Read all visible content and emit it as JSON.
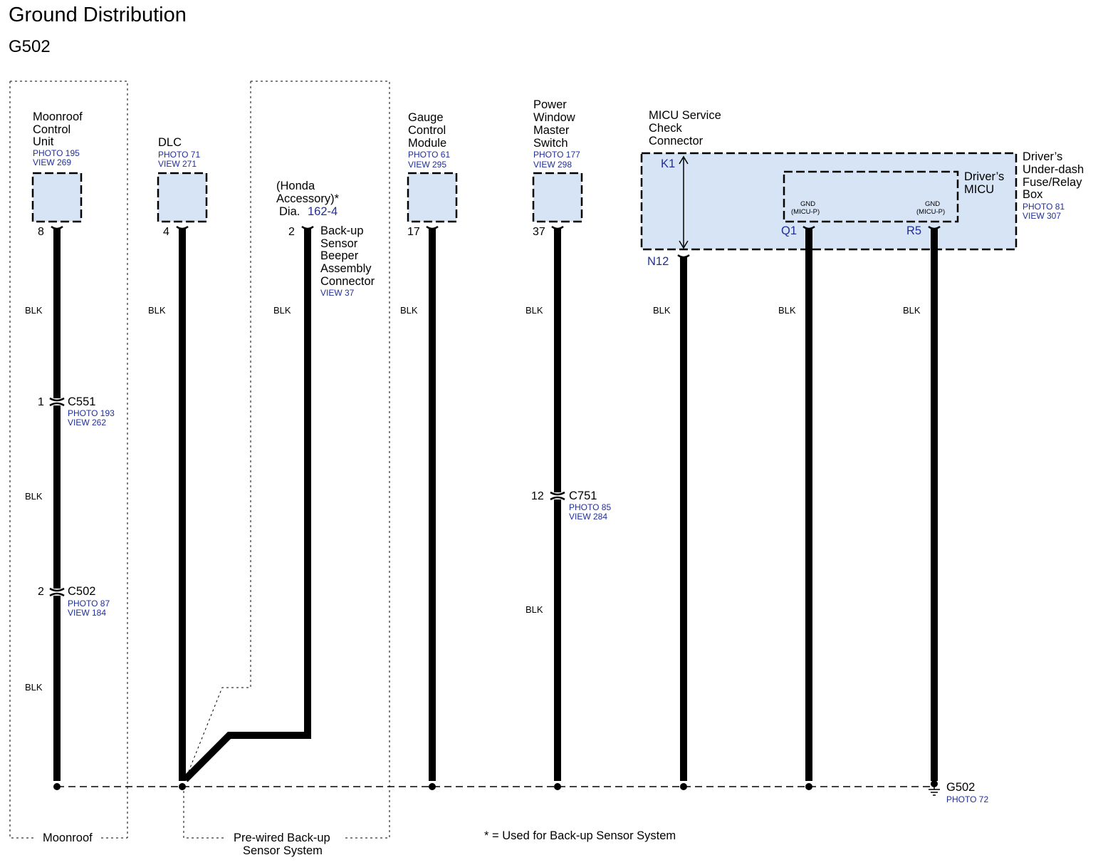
{
  "title": "Ground Distribution",
  "subtitle": "G502",
  "components": {
    "moonroof": {
      "l1": "Moonroof",
      "l2": "Control",
      "l3": "Unit",
      "photo": "PHOTO 195",
      "view": "VIEW 269",
      "pin": "8"
    },
    "dlc": {
      "l1": "DLC",
      "photo": "PHOTO 71",
      "view": "VIEW 271",
      "pin": "4"
    },
    "backup": {
      "acc1": "(Honda",
      "acc2": "Accessory)*",
      "dia": "Dia.",
      "dia_ref": "162-4",
      "pin": "2",
      "l1": "Back-up",
      "l2": "Sensor",
      "l3": "Beeper",
      "l4": "Assembly",
      "l5": "Connector",
      "view": "VIEW 37"
    },
    "gauge": {
      "l1": "Gauge",
      "l2": "Control",
      "l3": "Module",
      "photo": "PHOTO 61",
      "view": "VIEW 295",
      "pin": "17"
    },
    "pwms": {
      "l1": "Power",
      "l2": "Window",
      "l3": "Master",
      "l4": "Switch",
      "photo": "PHOTO 177",
      "view": "VIEW 298",
      "pin": "37"
    },
    "micu_service": {
      "l1": "MICU Service",
      "l2": "Check",
      "l3": "Connector",
      "pin_top": "K1",
      "pin_bottom": "N12"
    },
    "fuse_box": {
      "l1": "Driver’s",
      "l2": "Under-dash",
      "l3": "Fuse/Relay",
      "l4": "Box",
      "photo": "PHOTO 81",
      "view": "VIEW 307"
    },
    "micu": {
      "l1": "Driver’s",
      "l2": "MICU",
      "gnd1": "GND",
      "gnd1_sub": "(MICU-P)",
      "pin1": "Q1",
      "gnd2": "GND",
      "gnd2_sub": "(MICU-P)",
      "pin2": "R5"
    }
  },
  "wire_color": "BLK",
  "connectors": {
    "c551": {
      "pin": "1",
      "name": "C551",
      "photo": "PHOTO 193",
      "view": "VIEW 262"
    },
    "c502": {
      "pin": "2",
      "name": "C502",
      "photo": "PHOTO 87",
      "view": "VIEW 184"
    },
    "c751": {
      "pin": "12",
      "name": "C751",
      "photo": "PHOTO 85",
      "view": "VIEW 284"
    }
  },
  "ground": {
    "name": "G502",
    "photo": "PHOTO 72"
  },
  "groups": {
    "moonroof": "Moonroof",
    "prewired_1": "Pre-wired Back-up",
    "prewired_2": "Sensor System"
  },
  "footnote": "* = Used for Back-up Sensor System"
}
